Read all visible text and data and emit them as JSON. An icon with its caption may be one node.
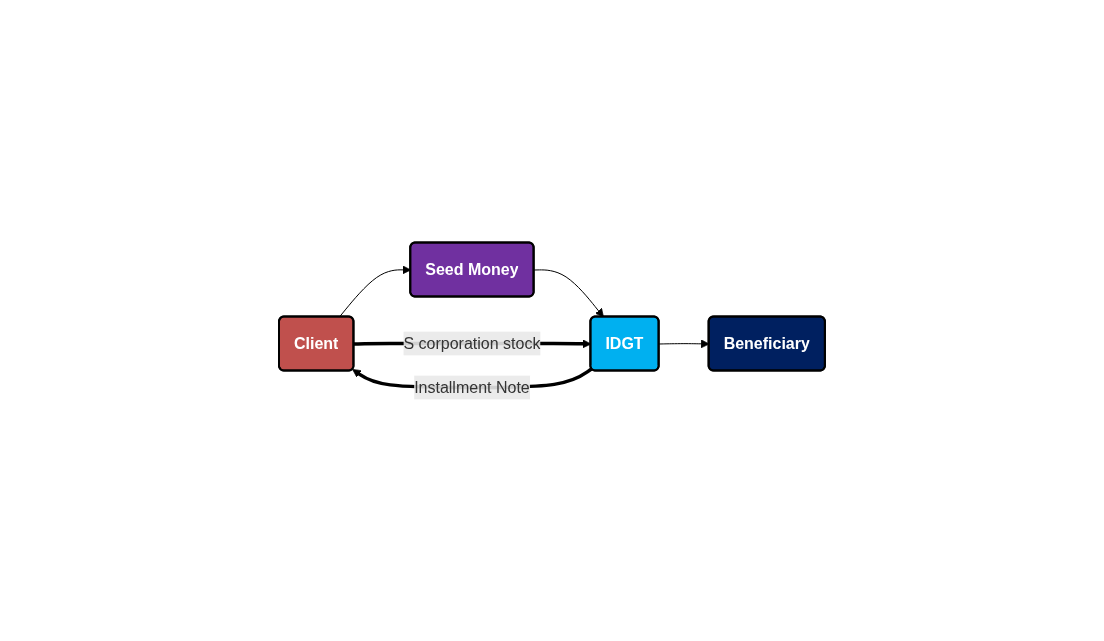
{
  "diagram": {
    "nodes": [
      {
        "text": [
          "Client"
        ]
      },
      {
        "text": [
          "Seed Money"
        ]
      },
      {
        "text": [
          "IDGT"
        ]
      },
      {
        "text": [
          "Beneficiary"
        ]
      }
    ],
    "edges": [
      {
        "from": 0,
        "to": 1,
        "arrow": "to"
      },
      {
        "from": 1,
        "to": 2,
        "arrow": "to"
      },
      {
        "from": 2,
        "to": 3,
        "arrow": "to"
      },
      {
        "from": 0,
        "to": 2,
        "arrow": "to",
        "label": "S corporation stock",
        "style": "thick"
      },
      {
        "from": 2,
        "to": 0,
        "arrow": "to",
        "label": "Installment Note",
        "style": "thick"
      }
    ]
  }
}
